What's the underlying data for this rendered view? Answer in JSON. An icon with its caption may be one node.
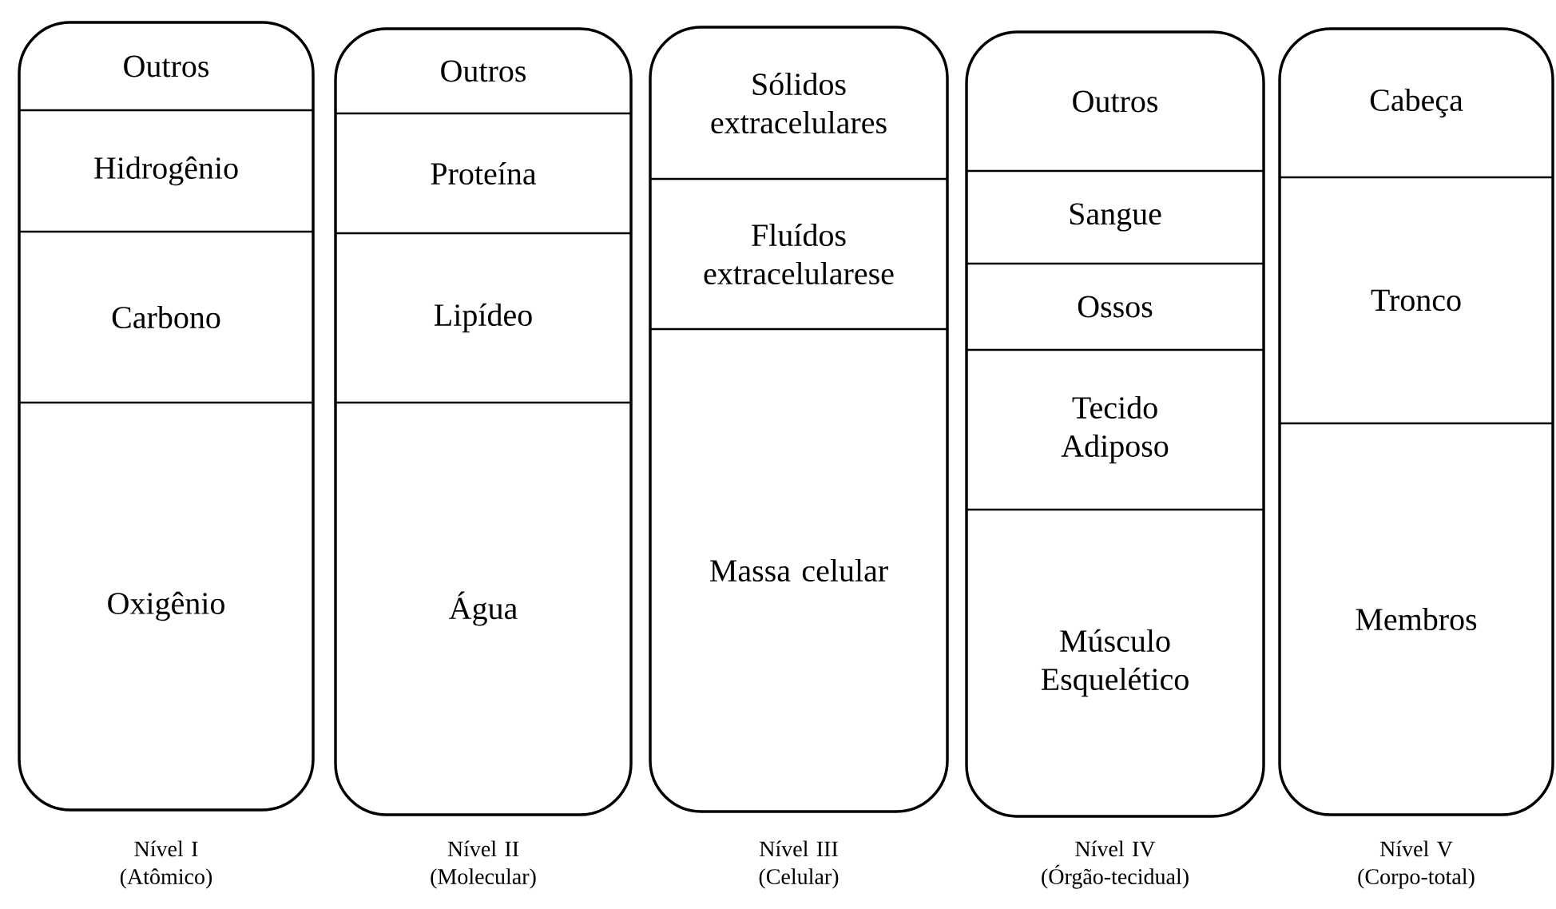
{
  "diagram": {
    "nodes": [
      {
        "text": [],
        "shape": "box",
        "beside": [
          "Nível I (Atômico)"
        ]
      },
      {
        "text": [
          "Outros"
        ],
        "in": 0
      },
      {
        "text": [
          "Hidrogênio"
        ],
        "in": 0
      },
      {
        "text": [
          "Carbono"
        ],
        "in": 0
      },
      {
        "text": [
          "Oxigênio"
        ],
        "in": 0
      },
      {
        "text": [],
        "shape": "box",
        "beside": [
          "Nível II (Molecular)"
        ]
      },
      {
        "text": [
          "Outros"
        ],
        "in": 5
      },
      {
        "text": [
          "Proteína"
        ],
        "in": 5
      },
      {
        "text": [
          "Lipídeo"
        ],
        "in": 5
      },
      {
        "text": [
          "Água"
        ],
        "in": 5
      },
      {
        "text": [],
        "shape": "box",
        "beside": [
          "Nível III (Celular)"
        ]
      },
      {
        "text": [
          "Sólidos extracelulares"
        ],
        "in": 10
      },
      {
        "text": [
          "Fluídos extracelularese"
        ],
        "in": 10
      },
      {
        "text": [
          "Massa celular"
        ],
        "in": 10
      },
      {
        "text": [],
        "shape": "box",
        "beside": [
          "Nível IV (Órgão-tecidual)"
        ]
      },
      {
        "text": [
          "Outros"
        ],
        "in": 14
      },
      {
        "text": [
          "Sangue"
        ],
        "in": 14
      },
      {
        "text": [
          "Ossos"
        ],
        "in": 14
      },
      {
        "text": [
          "Tecido Adiposo"
        ],
        "in": 14
      },
      {
        "text": [
          "Músculo Esquelético"
        ],
        "in": 14
      },
      {
        "text": [],
        "shape": "box",
        "beside": [
          "Nível V (Corpo-total)"
        ]
      },
      {
        "text": [
          "Cabeça"
        ],
        "in": 20
      },
      {
        "text": [
          "Tronco"
        ],
        "in": 20
      },
      {
        "text": [
          "Membros"
        ],
        "in": 20
      }
    ],
    "edges": []
  }
}
